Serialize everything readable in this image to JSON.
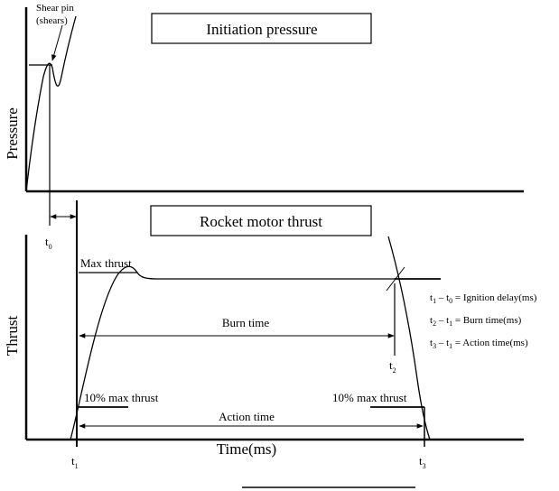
{
  "top_panel": {
    "box_title": "Initiation pressure",
    "y_axis_label": "Pressure",
    "shear_pin_line1": "Shear pin",
    "shear_pin_line2": "(shears)",
    "t0": {
      "base": "t",
      "sub": "0"
    }
  },
  "bottom_panel": {
    "box_title": "Rocket motor thrust",
    "y_axis_label": "Thrust",
    "x_axis_label": "Time(ms)",
    "max_thrust": "Max thrust",
    "burn_time": "Burn time",
    "action_time": "Action time",
    "ten_pct_left": "10% max thrust",
    "ten_pct_right": "10% max thrust",
    "t1": {
      "base": "t",
      "sub": "1"
    },
    "t2": {
      "base": "t",
      "sub": "2"
    },
    "t3": {
      "base": "t",
      "sub": "3"
    }
  },
  "legend": {
    "eq1": {
      "a": "t",
      "a_sub": "1",
      "b": "t",
      "b_sub": "0",
      "text": "= Ignition delay(ms)"
    },
    "eq2": {
      "a": "t",
      "a_sub": "2",
      "b": "t",
      "b_sub": "1",
      "text": "= Burn time(ms)"
    },
    "eq3": {
      "a": "t",
      "a_sub": "3",
      "b": "t",
      "b_sub": "1",
      "text": "= Action time(ms)"
    }
  },
  "colors": {
    "ink": "#000000",
    "background": "#ffffff"
  }
}
